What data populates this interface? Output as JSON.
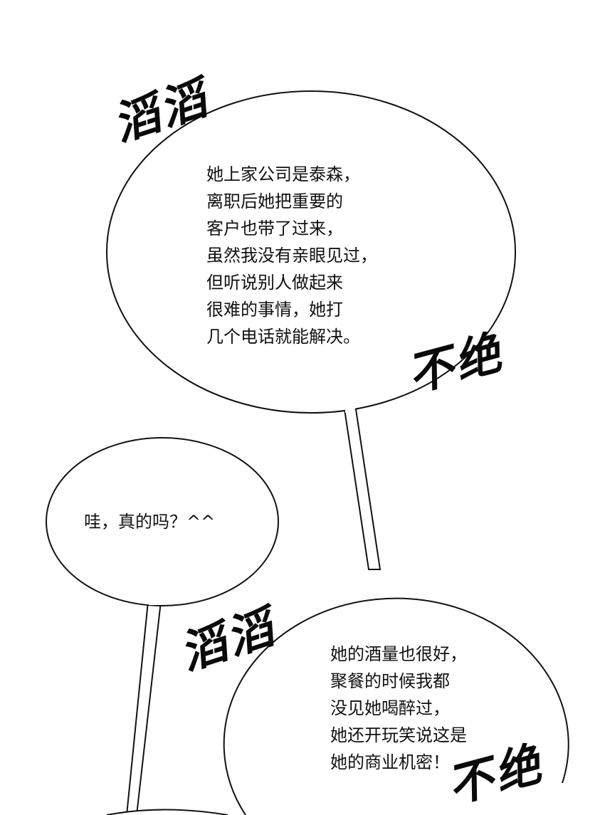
{
  "bubbles": [
    {
      "lines": [
        "她上家公司是泰森，",
        "离职后她把重要的",
        "客户也带了过来，",
        "虽然我没有亲眼见过，",
        "但听说别人做起来",
        "很难的事情，她打",
        "几个电话就能解决。"
      ]
    },
    {
      "lines": [
        "哇，真的吗？^^"
      ]
    },
    {
      "lines": [
        "她的酒量也很好，",
        "聚餐的时候我都",
        "没见她喝醉过，",
        "她还开玩笑说这是",
        "她的商业机密！"
      ]
    }
  ],
  "sfx": [
    {
      "text": "滔滔"
    },
    {
      "text": "不绝"
    },
    {
      "text": "滔滔"
    },
    {
      "text": "不绝"
    }
  ]
}
